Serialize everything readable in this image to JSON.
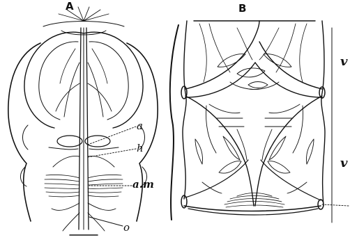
{
  "panels": {
    "a": {
      "label": "A"
    },
    "b": {
      "label": "B"
    }
  },
  "labels_a": {
    "a": "a",
    "h": "h",
    "am": "a.m",
    "o": "o"
  },
  "labels_b": {
    "v1": "v",
    "v2": "v"
  },
  "colors": {
    "ink": "#111111",
    "paper": "#ffffff"
  }
}
